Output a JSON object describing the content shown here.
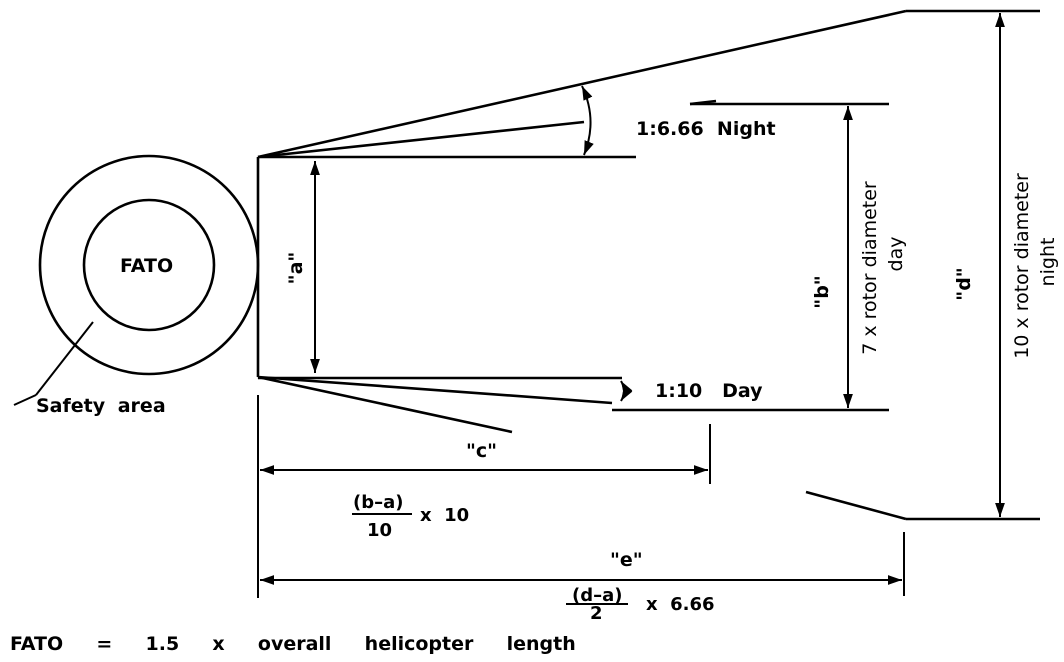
{
  "labels": {
    "fato": "FATO",
    "safety_area": "Safety   area",
    "a": "\"a\"",
    "b": "\"b\"",
    "c": "\"c\"",
    "d": "\"d\"",
    "e": "\"e\"",
    "slope_night": "1:6.66  Night",
    "slope_day": "1:10   Day",
    "rotor_day_line1": "7 x rotor diameter",
    "rotor_day_line2": "day",
    "rotor_night_line1": "10 x rotor diameter",
    "rotor_night_line2": "night"
  },
  "formulas": {
    "c_numerator": "(b–a)",
    "c_denominator": "10",
    "c_multiplier": "x  10",
    "e_numerator": "(d–a)",
    "e_denominator": "2",
    "e_multiplier": "x  6.66"
  },
  "caption": "FATO  =  1.5  x  overall  helicopter  length"
}
